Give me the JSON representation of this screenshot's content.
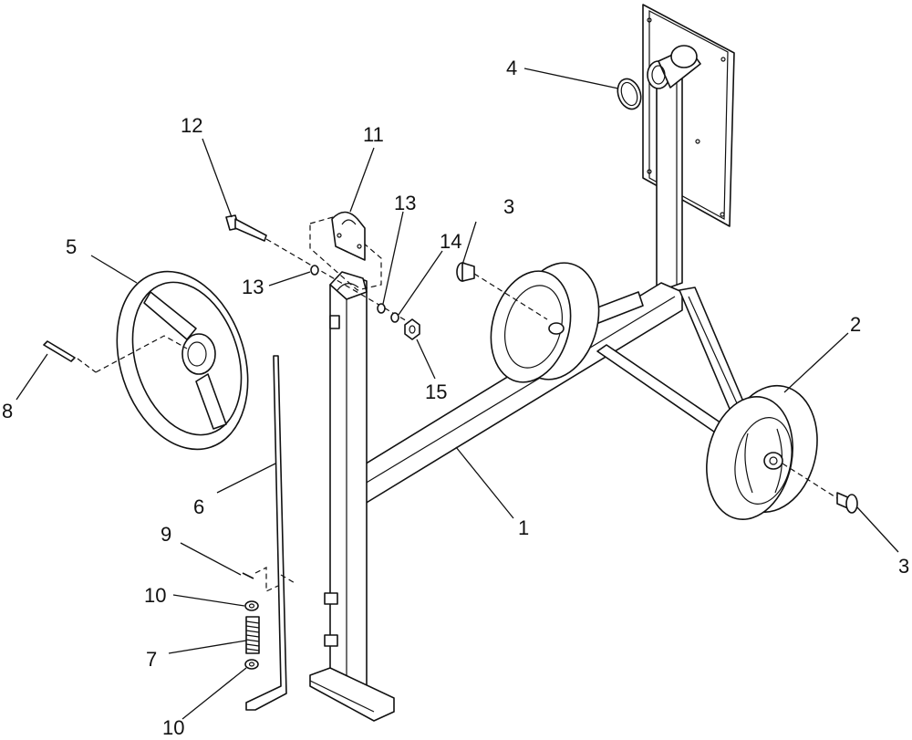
{
  "callouts": {
    "c1": "1",
    "c2": "2",
    "c3a": "3",
    "c3b": "3",
    "c4": "4",
    "c5": "5",
    "c6": "6",
    "c7": "7",
    "c8": "8",
    "c9": "9",
    "c10a": "10",
    "c10b": "10",
    "c11": "11",
    "c12": "12",
    "c13a": "13",
    "c13b": "13",
    "c14": "14",
    "c15": "15"
  }
}
